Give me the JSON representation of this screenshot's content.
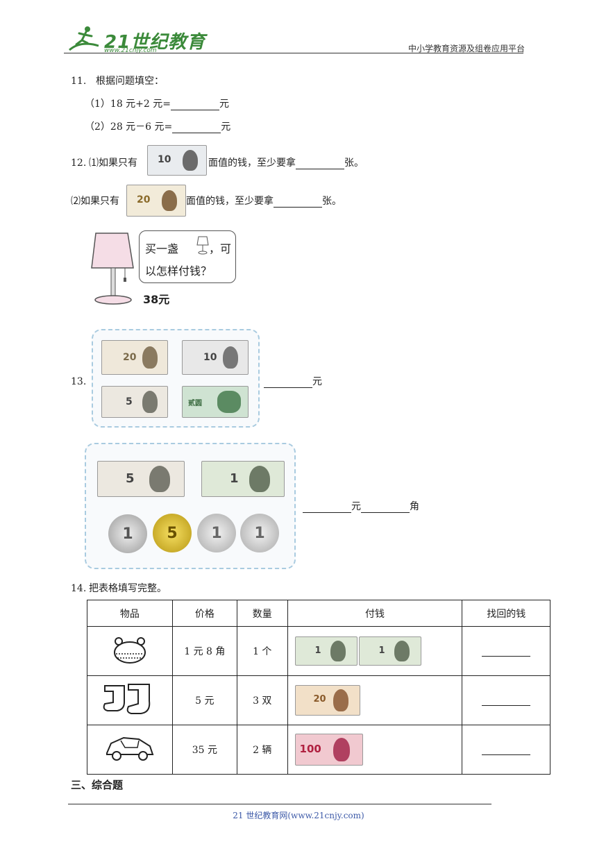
{
  "header": {
    "logo_text": "21世纪教育",
    "logo_url": "www.21cnjy.com",
    "platform": "中小学教育资源及组卷应用平台"
  },
  "q11": {
    "num": "11.",
    "prompt": "根据问题填空：",
    "part1_prefix": "（1）18 元+2 元=",
    "part1_unit": "元",
    "part2_prefix": "（2）28 元－6 元=",
    "part2_unit": "元"
  },
  "q12": {
    "num": "12.",
    "line1_prefix": "⑴如果只有",
    "line1_suffix": "面值的钱，至少要拿",
    "line1_unit": "张。",
    "line2_prefix": "⑵如果只有",
    "line2_suffix": "面值的钱，至少要拿",
    "line2_unit": "张。",
    "bubble_line1": "买一盏",
    "bubble_line1b": "，可",
    "bubble_line2": "以怎样付钱？",
    "price": "38元"
  },
  "q13": {
    "num": "13.",
    "unit1": "元",
    "unit2a": "元",
    "unit2b": "角"
  },
  "q14": {
    "num": "14.",
    "prompt": "把表格填写完整。",
    "headers": [
      "物品",
      "价格",
      "数量",
      "付钱",
      "找回的钱"
    ],
    "rows": [
      {
        "price": "1 元 8 角",
        "qty": "1 个"
      },
      {
        "price": "5  元",
        "qty": "3  双"
      },
      {
        "price": "35  元",
        "qty": "2  辆"
      }
    ]
  },
  "section3": "三、综合题",
  "footer": "21 世纪教育网(www.21cnjy.com)",
  "colors": {
    "brand_green": "#3b8a3a",
    "footer_blue": "#3d5aa8",
    "dashed_border": "#a9cbe0"
  }
}
